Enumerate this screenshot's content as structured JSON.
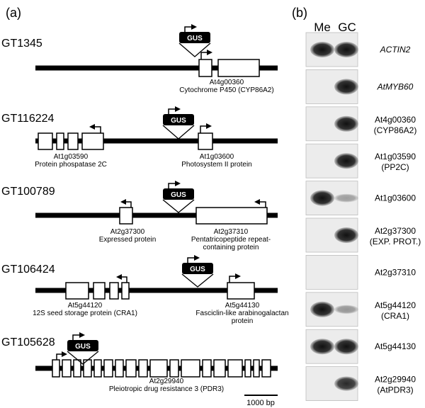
{
  "panel_a_label": "(a)",
  "panel_b_label": "(b)",
  "gus_label": "GUS",
  "scale_bar": "1000 bp",
  "constructs": [
    {
      "name": "GT1345",
      "genes": [
        {
          "id": "At4g00360",
          "desc": "Cytochrome P450 (CYP86A2)"
        }
      ]
    },
    {
      "name": "GT116224",
      "genes": [
        {
          "id": "At1g03590",
          "desc": "Protein phospatase 2C"
        },
        {
          "id": "At1g03600",
          "desc": "Photosystem II protein"
        }
      ]
    },
    {
      "name": "GT100789",
      "genes": [
        {
          "id": "At2g37300",
          "desc": "Expressed protein"
        },
        {
          "id": "At2g37310",
          "desc": "Pentatricopeptide repeat-",
          "desc2": "containing protein"
        }
      ]
    },
    {
      "name": "GT106424",
      "genes": [
        {
          "id": "At5g44120",
          "desc": "12S seed storage protein (CRA1)"
        },
        {
          "id": "At5g44130",
          "desc": "Fasciclin-like arabinogalactan",
          "desc2": "protein"
        }
      ]
    },
    {
      "name": "GT105628",
      "genes": [
        {
          "id": "At2g29940",
          "desc": "Pleiotropic drug resistance 3 (PDR3)"
        }
      ]
    }
  ],
  "blot": {
    "columns": [
      "Me",
      "GC"
    ],
    "lanes": [
      {
        "line1": "ACTIN2",
        "line1_italic": true,
        "line2": "",
        "me": 1.0,
        "gc": 1.0
      },
      {
        "line1": "AtMYB60",
        "line1_italic": true,
        "line2": "",
        "me": 0.0,
        "gc": 1.0
      },
      {
        "line1": "At4g00360",
        "line1_italic": false,
        "line2": "(CYP86A2)",
        "me": 0.0,
        "gc": 1.0
      },
      {
        "line1": "At1g03590",
        "line1_italic": false,
        "line2": "(PP2C)",
        "me": 0.0,
        "gc": 1.0
      },
      {
        "line1": "At1g03600",
        "line1_italic": false,
        "line2": "",
        "me": 1.0,
        "gc": 0.15
      },
      {
        "line1": "At2g37300",
        "line1_italic": false,
        "line2": "(EXP. PROT.)",
        "me": 0.0,
        "gc": 1.0
      },
      {
        "line1": "At2g37310",
        "line1_italic": false,
        "line2": "",
        "me": 0.0,
        "gc": 0.0
      },
      {
        "line1": "At5g44120",
        "line1_italic": false,
        "line2": "(CRA1)",
        "me": 1.0,
        "gc": 0.2
      },
      {
        "line1": "At5g44130",
        "line1_italic": false,
        "line2": "",
        "me": 1.0,
        "gc": 1.0
      },
      {
        "line1": "At2g29940",
        "line1_italic": false,
        "line2": "(AtPDR3)",
        "me": 0.0,
        "gc": 0.85
      }
    ]
  }
}
